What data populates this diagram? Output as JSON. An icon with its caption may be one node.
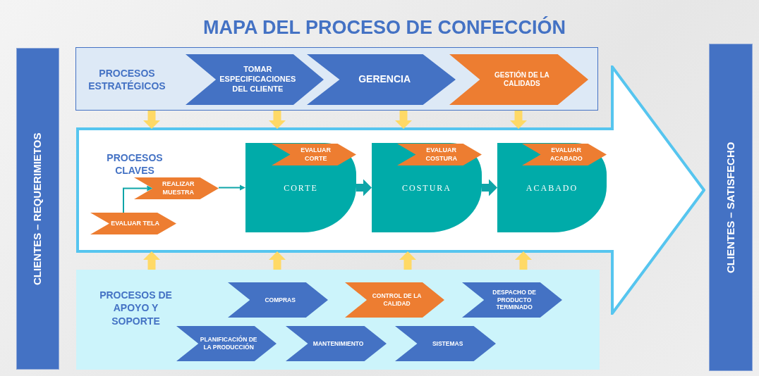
{
  "diagram": {
    "title": "MAPA DEL PROCESO DE CONFECCIÓN",
    "nodes": [
      {
        "text": [
          "CLIENTES – REQUERIMIETOS"
        ]
      },
      {
        "text": [
          "PROCESOS ESTRATÉGICOS"
        ]
      },
      {
        "text": [
          "TOMAR ESPECIFICACIONES DEL CLIENTE"
        ],
        "in": 1
      },
      {
        "text": [
          "GERENCIA"
        ],
        "in": 1
      },
      {
        "text": [
          "GESTIÓN DE LA CALIDADS"
        ],
        "in": 1
      },
      {
        "text": [
          "PROCESOS CLAVES"
        ]
      },
      {
        "text": [
          "REALIZAR MUESTRA"
        ],
        "in": 5
      },
      {
        "text": [
          "EVALUAR TELA"
        ],
        "in": 5
      },
      {
        "text": [
          "CORTE"
        ],
        "in": 5
      },
      {
        "text": [
          "EVALUAR CORTE"
        ],
        "in": 8
      },
      {
        "text": [
          "COSTURA"
        ],
        "in": 5
      },
      {
        "text": [
          "EVALUAR COSTURA"
        ],
        "in": 10
      },
      {
        "text": [
          "ACABADO"
        ],
        "in": 5
      },
      {
        "text": [
          "EVALUAR ACABADO"
        ],
        "in": 12
      },
      {
        "text": [
          "PROCESOS DE APOYO Y SOPORTE"
        ]
      },
      {
        "text": [
          "COMPRAS"
        ],
        "in": 14
      },
      {
        "text": [
          "CONTROL DE LA CALIDAD"
        ],
        "in": 14
      },
      {
        "text": [
          "DESPACHO DE PRODUCTO TERMINADO"
        ],
        "in": 14
      },
      {
        "text": [
          "PLANIFICACIÓN DE LA PRODUCCIÓN"
        ],
        "in": 14
      },
      {
        "text": [
          "MANTENIMIENTO"
        ],
        "in": 14
      },
      {
        "text": [
          "SISTEMAS"
        ],
        "in": 14
      },
      {
        "text": [
          "CLIENTES – SATISFECHO"
        ]
      }
    ],
    "edges": [
      {
        "from": 7,
        "to": 6,
        "arrow": "to",
        "color": "#0fa5a8"
      },
      {
        "from": 6,
        "to": 8,
        "arrow": "to",
        "color": "#0fa5a8"
      },
      {
        "from": 8,
        "to": 10,
        "arrow": "to",
        "color": "#0fa5a8"
      },
      {
        "from": 10,
        "to": 12,
        "arrow": "to",
        "color": "#0fa5a8"
      },
      {
        "from": 1,
        "to": 5,
        "arrow": "to"
      },
      {
        "from": 1,
        "to": 5,
        "arrow": "to"
      },
      {
        "from": 1,
        "to": 5,
        "arrow": "to"
      },
      {
        "from": 1,
        "to": 5,
        "arrow": "to"
      },
      {
        "from": 14,
        "to": 5,
        "arrow": "to"
      },
      {
        "from": 14,
        "to": 5,
        "arrow": "to"
      },
      {
        "from": 14,
        "to": 5,
        "arrow": "to"
      },
      {
        "from": 14,
        "to": 5,
        "arrow": "to"
      }
    ]
  }
}
